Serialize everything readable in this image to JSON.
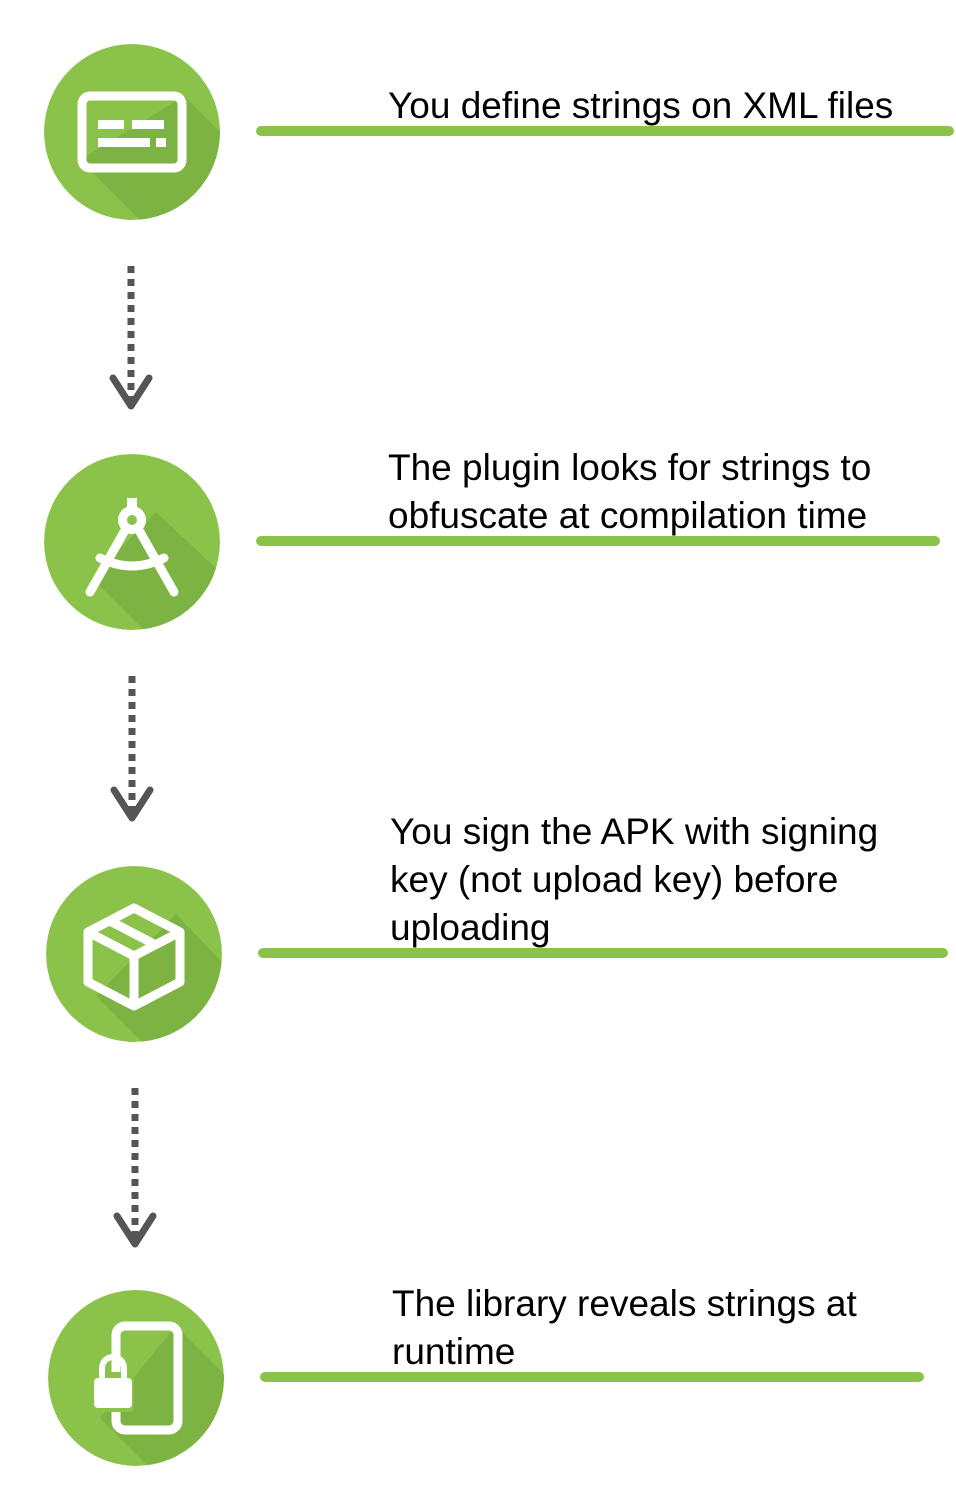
{
  "colors": {
    "icon_fill": "#8bc34a",
    "icon_shadow": "#7cb342",
    "icon_glyph": "#ffffff",
    "line": "#8bc34a",
    "connector": "#555555"
  },
  "steps": [
    {
      "icon": "dialog-icon",
      "text": "You define strings on XML files"
    },
    {
      "icon": "compass-icon",
      "text": "The plugin looks for strings to\nobfuscate at compilation time"
    },
    {
      "icon": "package-icon",
      "text": "You sign the APK with signing\nkey (not upload key) before\nuploading"
    },
    {
      "icon": "phone-lock-icon",
      "text": "The library reveals strings at\nruntime"
    }
  ]
}
